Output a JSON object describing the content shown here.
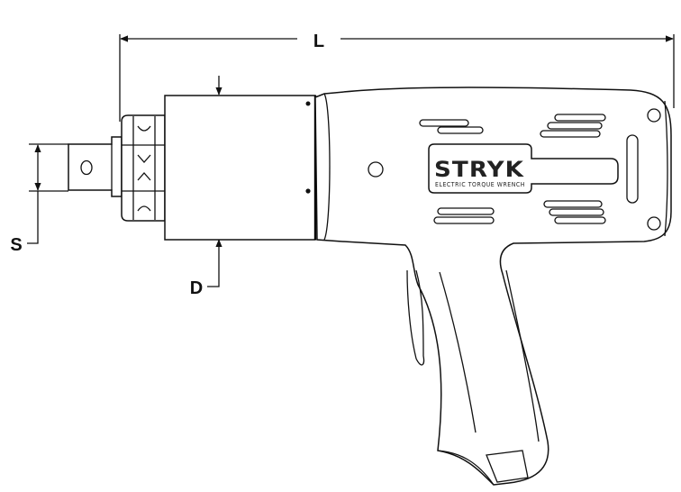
{
  "dimensions": {
    "length_label": "L",
    "square_drive_label": "S",
    "diameter_label": "D"
  },
  "branding": {
    "name": "STRYK",
    "subtitle": "ELECTRIC TORQUE WRENCH"
  },
  "colors": {
    "line": "#111111",
    "background": "#ffffff"
  }
}
